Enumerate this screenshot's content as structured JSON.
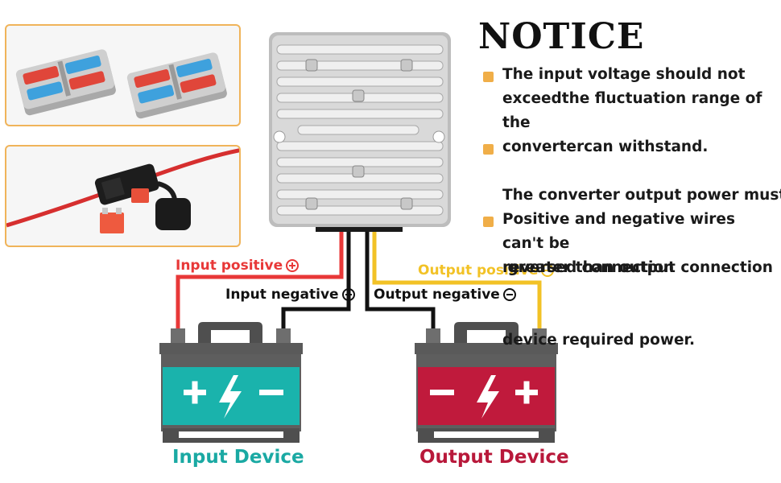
{
  "notice": {
    "title": "NOTICE",
    "items": [
      {
        "lines": [
          "The input voltage should not",
          "exceedthe fluctuation range of the",
          "convertercan withstand."
        ]
      },
      {
        "lines": [
          "The converter output power must be",
          " greater than output connection",
          "device required power."
        ]
      },
      {
        "lines": [
          "Positive and negative wires can't be",
          "reversed connection"
        ]
      }
    ]
  },
  "wires": {
    "input_positive": "Input positive",
    "input_negative": "Input negative",
    "output_positive": "Output positive",
    "output_negative": "Output negative"
  },
  "devices": {
    "input": "Input Device",
    "output": "Output Device"
  },
  "colors": {
    "accent_orange": "#f0ae48",
    "wire_red": "#e83838",
    "wire_yellow": "#f2c226",
    "wire_black": "#111111",
    "input_battery": "#1ab3ac",
    "output_battery": "#c01a3c",
    "input_label": "#1aa9a3",
    "output_label": "#b8183a"
  }
}
